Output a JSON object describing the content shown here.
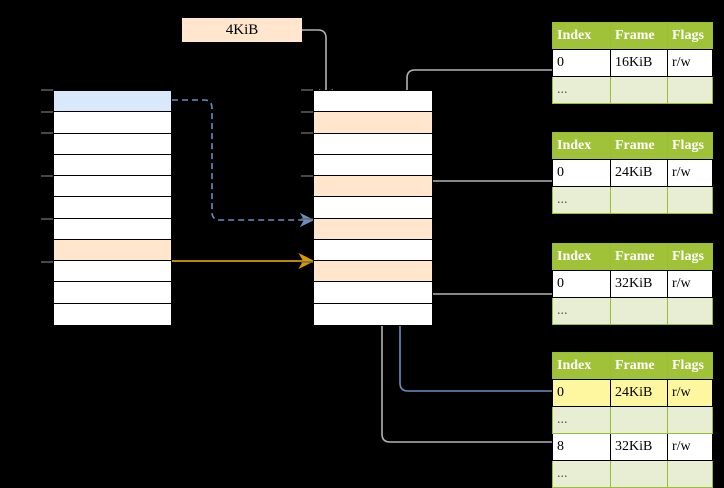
{
  "diagram": {
    "title": "4KiB",
    "page_size_label": "4KiB",
    "colors": {
      "header_green": "#a0c238",
      "alt_row_green": "#e8eed3",
      "highlight_yellow": "#fff6a0",
      "orange_row": "#ffe6cc",
      "blue_row": "#dae8fc",
      "blue_wire": "#6c8ebf",
      "orange_wire": "#d79b00",
      "gray_wire": "#b3b3b3",
      "background": "#000000"
    }
  },
  "virtual_memory": {
    "name": "virtual-address-space-column",
    "row_count": 11,
    "rows": [
      {
        "index": 0,
        "fill": "blue"
      },
      {
        "index": 1,
        "fill": "white"
      },
      {
        "index": 2,
        "fill": "white"
      },
      {
        "index": 3,
        "fill": "white"
      },
      {
        "index": 4,
        "fill": "white"
      },
      {
        "index": 5,
        "fill": "white"
      },
      {
        "index": 6,
        "fill": "white"
      },
      {
        "index": 7,
        "fill": "orange"
      },
      {
        "index": 8,
        "fill": "white"
      },
      {
        "index": 9,
        "fill": "white"
      },
      {
        "index": 10,
        "fill": "white"
      }
    ]
  },
  "physical_memory": {
    "name": "physical-memory-column",
    "row_count": 11,
    "rows": [
      {
        "index": 0,
        "fill": "white"
      },
      {
        "index": 1,
        "fill": "orange"
      },
      {
        "index": 2,
        "fill": "white"
      },
      {
        "index": 3,
        "fill": "white"
      },
      {
        "index": 4,
        "fill": "orange"
      },
      {
        "index": 5,
        "fill": "white"
      },
      {
        "index": 6,
        "fill": "orange"
      },
      {
        "index": 7,
        "fill": "white"
      },
      {
        "index": 8,
        "fill": "orange"
      },
      {
        "index": 9,
        "fill": "white"
      },
      {
        "index": 10,
        "fill": "white"
      }
    ]
  },
  "tables": {
    "columns": [
      "Index",
      "Frame",
      "Flags"
    ],
    "ellipsis": "...",
    "list": [
      {
        "name": "level1-page-table",
        "rows": [
          {
            "kind": "data",
            "index": "0",
            "frame": "16KiB",
            "flags": "r/w",
            "highlight": false
          },
          {
            "kind": "ellipsis",
            "index": "...",
            "frame": "",
            "flags": ""
          }
        ]
      },
      {
        "name": "level2-page-table",
        "rows": [
          {
            "kind": "data",
            "index": "0",
            "frame": "24KiB",
            "flags": "r/w",
            "highlight": false
          },
          {
            "kind": "ellipsis",
            "index": "...",
            "frame": "",
            "flags": ""
          }
        ]
      },
      {
        "name": "level3-page-table",
        "rows": [
          {
            "kind": "data",
            "index": "0",
            "frame": "32KiB",
            "flags": "r/w",
            "highlight": false
          },
          {
            "kind": "ellipsis",
            "index": "...",
            "frame": "",
            "flags": ""
          }
        ]
      },
      {
        "name": "level4-page-table",
        "rows": [
          {
            "kind": "data",
            "index": "0",
            "frame": "24KiB",
            "flags": "r/w",
            "highlight": true
          },
          {
            "kind": "ellipsis",
            "index": "...",
            "frame": "",
            "flags": ""
          },
          {
            "kind": "data",
            "index": "8",
            "frame": "32KiB",
            "flags": "r/w",
            "highlight": false
          },
          {
            "kind": "ellipsis",
            "index": "...",
            "frame": "",
            "flags": ""
          }
        ]
      }
    ]
  }
}
